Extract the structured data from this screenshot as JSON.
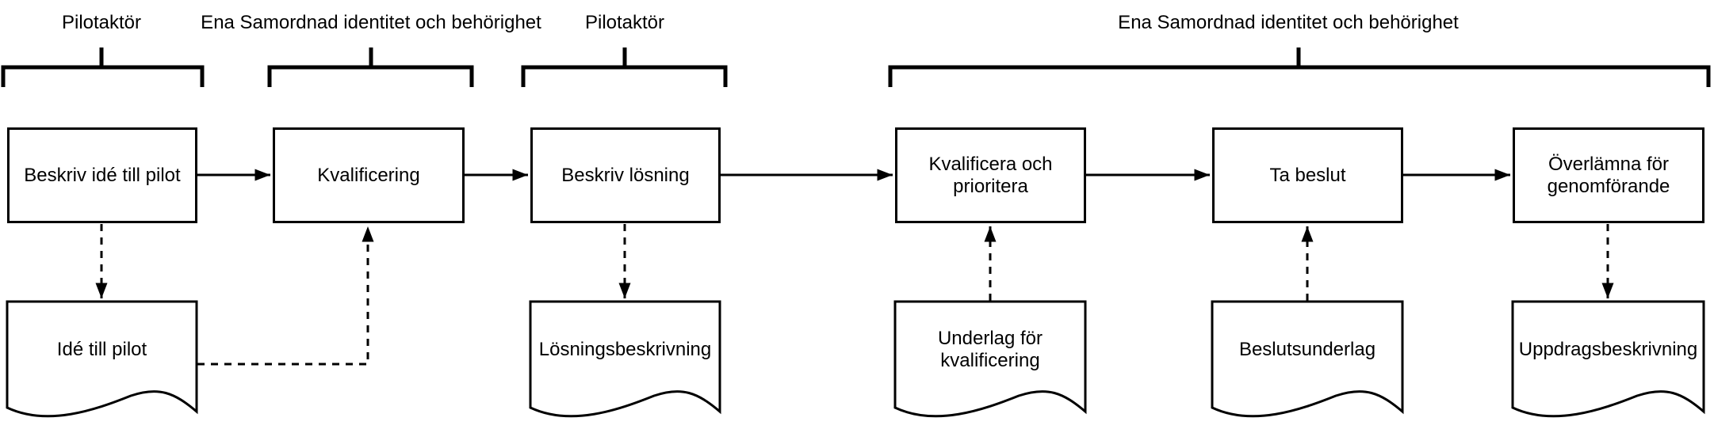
{
  "diagram": {
    "type": "flowchart",
    "background_color": "#ffffff",
    "line_color": "#000000",
    "groups": [
      {
        "label": "Pilotaktör",
        "covers": [
          "Beskriv idé till pilot"
        ]
      },
      {
        "label": "Ena Samordnad identitet och behörighet",
        "covers": [
          "Kvalificering"
        ]
      },
      {
        "label": "Pilotaktör",
        "covers": [
          "Beskriv lösning"
        ]
      },
      {
        "label": "Ena Samordnad identitet och behörighet",
        "covers": [
          "Kvalificera och prioritera",
          "Ta beslut",
          "Överlämna för genomförande"
        ]
      }
    ],
    "processes": [
      {
        "label": "Beskriv idé till pilot"
      },
      {
        "label": "Kvalificering"
      },
      {
        "label": "Beskriv lösning"
      },
      {
        "label": "Kvalificera och prioritera"
      },
      {
        "label": "Ta beslut"
      },
      {
        "label": "Överlämna för genomförande"
      }
    ],
    "documents": [
      {
        "label": "Idé till pilot"
      },
      {
        "label": "Lösningsbeskrivning"
      },
      {
        "label": "Underlag för kvalificering"
      },
      {
        "label": "Beslutsunderlag"
      },
      {
        "label": "Uppdragsbeskrivning"
      }
    ],
    "connections": [
      {
        "from": "Beskriv idé till pilot",
        "to": "Kvalificering",
        "style": "solid"
      },
      {
        "from": "Kvalificering",
        "to": "Beskriv lösning",
        "style": "solid"
      },
      {
        "from": "Beskriv lösning",
        "to": "Kvalificera och prioritera",
        "style": "solid"
      },
      {
        "from": "Kvalificera och prioritera",
        "to": "Ta beslut",
        "style": "solid"
      },
      {
        "from": "Ta beslut",
        "to": "Överlämna för genomförande",
        "style": "solid"
      },
      {
        "from": "Beskriv idé till pilot",
        "to": "Idé till pilot",
        "style": "dashed"
      },
      {
        "from": "Idé till pilot",
        "to": "Kvalificering",
        "style": "dashed"
      },
      {
        "from": "Beskriv lösning",
        "to": "Lösningsbeskrivning",
        "style": "dashed"
      },
      {
        "from": "Underlag för kvalificering",
        "to": "Kvalificera och prioritera",
        "style": "dashed"
      },
      {
        "from": "Beslutsunderlag",
        "to": "Ta beslut",
        "style": "dashed"
      },
      {
        "from": "Överlämna för genomförande",
        "to": "Uppdragsbeskrivning",
        "style": "dashed"
      }
    ]
  }
}
